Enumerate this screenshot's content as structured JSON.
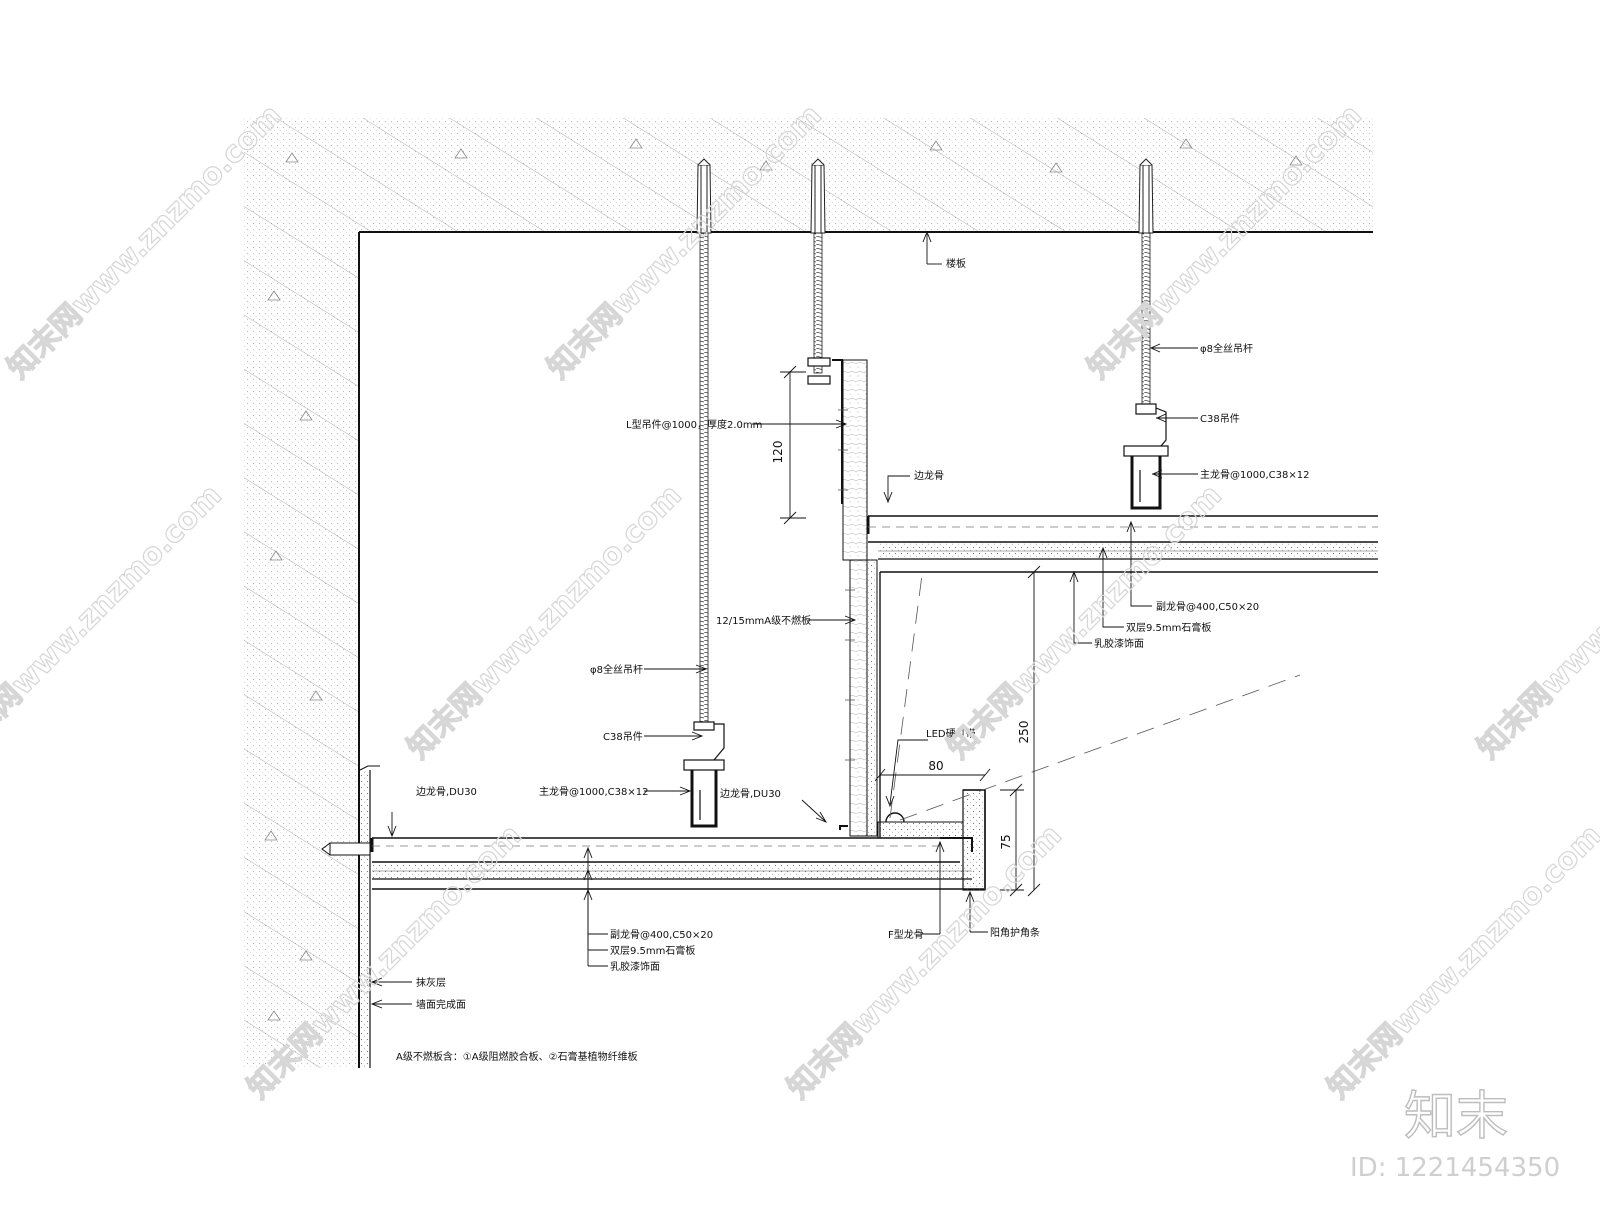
{
  "labels": {
    "floor_slab": "楼板",
    "rod_right": "φ8全丝吊杆",
    "hanger_right": "C38吊件",
    "main_keel_right": "主龙骨@1000,C38×12",
    "edge_keel_upper": "边龙骨",
    "l_hanger": "L型吊件@1000，厚度2.0mm",
    "board_a": "12/15mmA级不燃板",
    "sub_keel_right": "副龙骨@400,C50×20",
    "gypsum_right": "双层9.5mm石膏板",
    "latex_right": "乳胶漆饰面",
    "rod_left": "φ8全丝吊杆",
    "hanger_left": "C38吊件",
    "main_keel_left": "主龙骨@1000,C38×12",
    "edge_keel_left": "边龙骨,DU30",
    "edge_keel_mid": "边龙骨,DU30",
    "led": "LED硬灯带",
    "sub_keel_left": "副龙骨@400,C50×20",
    "gypsum_left": "双层9.5mm石膏板",
    "latex_left": "乳胶漆饰面",
    "f_keel": "F型龙骨",
    "corner_bead": "阳角护角条",
    "plaster": "抹灰层",
    "wall_finish": "墙面完成面",
    "note": "A级不燃板含：①A级阻燃胶合板、②石膏基植物纤维板"
  },
  "dimensions": {
    "d120": "120",
    "d80": "80",
    "d250": "250",
    "d75": "75"
  },
  "watermark": {
    "text": "知末网www.znzmo.com",
    "brand": "知末",
    "id": "ID: 1221454350"
  }
}
